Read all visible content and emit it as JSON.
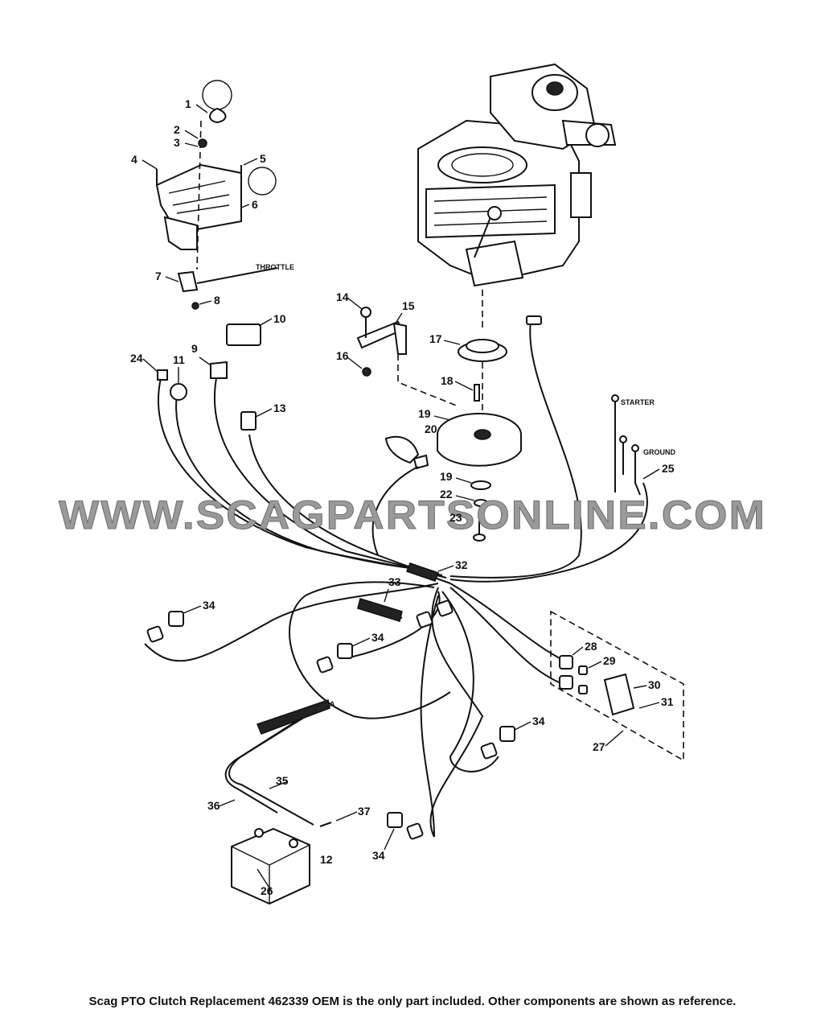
{
  "diagram": {
    "callouts": [
      "1",
      "2",
      "3",
      "4",
      "5",
      "6",
      "7",
      "8",
      "9",
      "10",
      "11",
      "12",
      "13",
      "14",
      "15",
      "16",
      "17",
      "18",
      "19",
      "20",
      "22",
      "23",
      "24",
      "25",
      "26",
      "27",
      "28",
      "29",
      "30",
      "31",
      "32",
      "33",
      "34",
      "35",
      "36",
      "37"
    ],
    "labels": {
      "throttle": "THROTTLE",
      "starter": "STARTER",
      "ground": "GROUND",
      "a_marker": "A"
    }
  },
  "watermark": "WWW.SCAGPARTSONLINE.COM",
  "caption": "Scag PTO Clutch Replacement 462339 OEM is the only part included. Other components are shown as reference."
}
